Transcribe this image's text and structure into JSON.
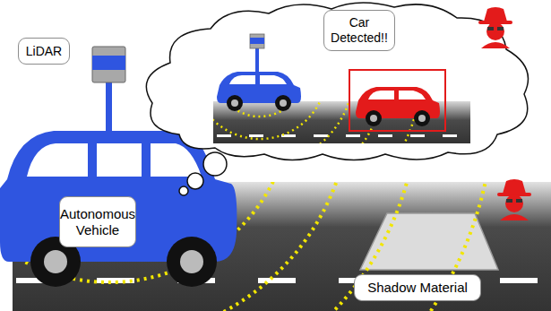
{
  "diagram": {
    "nodes": [
      {
        "text": [
          "LiDAR"
        ]
      },
      {
        "text": [
          "Autonomous Vehicle"
        ]
      },
      {
        "text": [
          "Car Detected!!"
        ]
      },
      {
        "text": [
          "Shadow Material"
        ]
      }
    ],
    "edges": []
  }
}
